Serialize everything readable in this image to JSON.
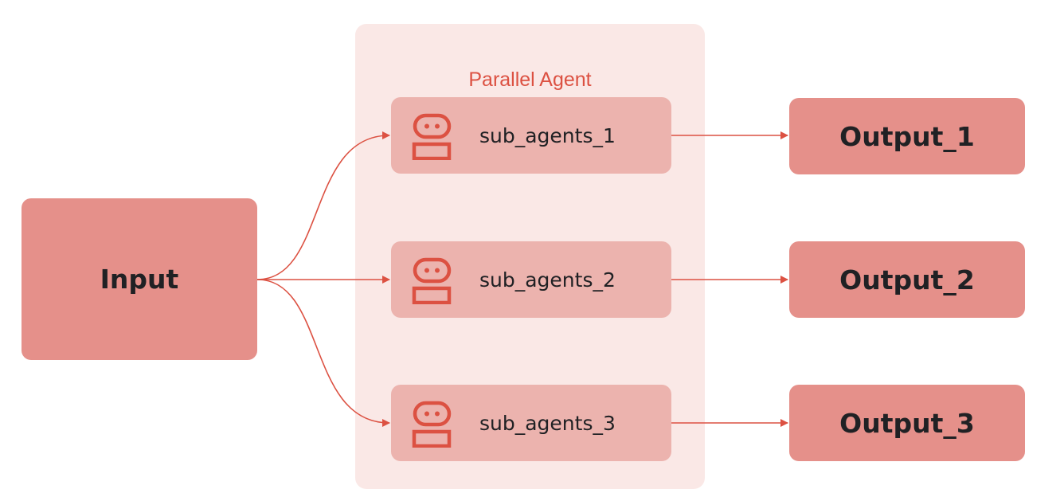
{
  "diagram": {
    "group_title": "Parallel Agent",
    "input_label": "Input",
    "agents": [
      {
        "label": "sub_agents_1",
        "icon": "robot-icon"
      },
      {
        "label": "sub_agents_2",
        "icon": "robot-icon"
      },
      {
        "label": "sub_agents_3",
        "icon": "robot-icon"
      }
    ],
    "outputs": [
      {
        "label": "Output_1"
      },
      {
        "label": "Output_2"
      },
      {
        "label": "Output_3"
      }
    ]
  },
  "colors": {
    "group_background": "#fae8e6",
    "group_title": "#dc5142",
    "node_fill": "#e5908a",
    "agent_fill": "#ecb3ae",
    "arrow": "#dc5142",
    "text": "#202124"
  }
}
